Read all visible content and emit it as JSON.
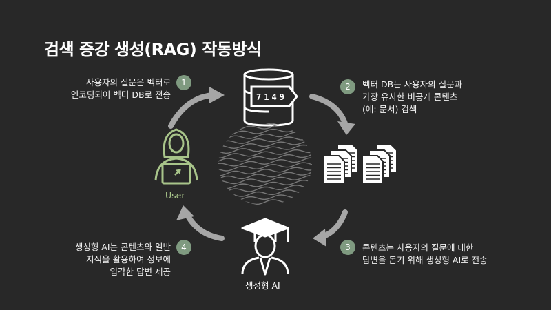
{
  "title": "검색 증강 생성(RAG) 작동방식",
  "steps": [
    {
      "number": "1",
      "lines": [
        "사용자의 질문은 벡터로",
        "인코딩되어 벡터 DB로 전송"
      ]
    },
    {
      "number": "2",
      "lines": [
        "벡터 DB는 사용자의 질문과",
        "가장 유사한 비공개 콘텐츠",
        "(예: 문서) 검색"
      ]
    },
    {
      "number": "3",
      "lines": [
        "콘텐츠는 사용자의 질문에 대한",
        "답변을 돕기 위해 생성형 AI로 전송"
      ]
    },
    {
      "number": "4",
      "lines": [
        "생성형 AI는 콘텐츠와 일반",
        "지식을 활용하여 정보에",
        "입각한 답변 제공"
      ]
    }
  ],
  "user_label": "User",
  "genai_label": "생성형 AI",
  "vector_code": "7149",
  "colors": {
    "background": "#282828",
    "accent": "#7f9a80",
    "user_green": "#a8c48a",
    "arrow": "#a6a6a6"
  }
}
